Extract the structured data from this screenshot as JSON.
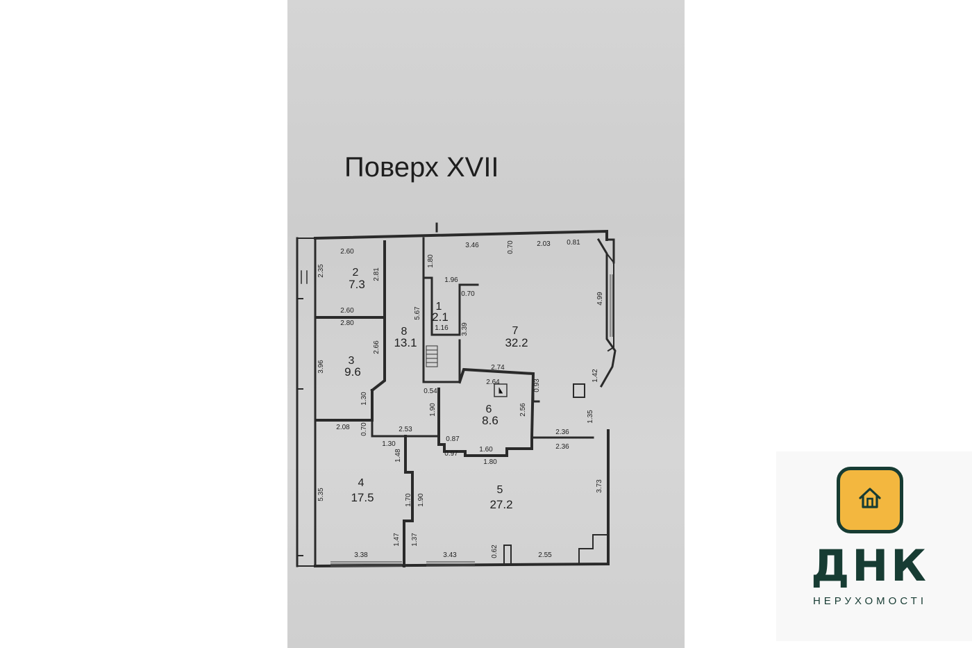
{
  "title": "Поверх XVII",
  "rooms": [
    {
      "no": "1",
      "area": "2.1"
    },
    {
      "no": "2",
      "area": "7.3"
    },
    {
      "no": "3",
      "area": "9.6"
    },
    {
      "no": "4",
      "area": "17.5"
    },
    {
      "no": "5",
      "area": "27.2"
    },
    {
      "no": "6",
      "area": "8.6"
    },
    {
      "no": "7",
      "area": "32.2"
    },
    {
      "no": "8",
      "area": "13.1"
    }
  ],
  "dimensions": [
    "2.60",
    "2.35",
    "2.81",
    "2.60",
    "2.80",
    "2.66",
    "3.96",
    "1.30",
    "0.70",
    "2.08",
    "1.30",
    "2.53",
    "1.48",
    "5.35",
    "1.70",
    "1.90",
    "1.47",
    "1.37",
    "3.38",
    "3.43",
    "0.62",
    "2.55",
    "3.73",
    "2.36",
    "2.36",
    "1.35",
    "1.42",
    "4.99",
    "0.81",
    "2.03",
    "0.70",
    "3.46",
    "1.80",
    "1.96",
    "0.70",
    "5.67",
    "1.16",
    "3.39",
    "2.74",
    "2.64",
    "0.93",
    "2.56",
    "0.54",
    "1.90",
    "0.87",
    "1.60",
    "0.97",
    "1.80"
  ],
  "brand": {
    "name": "ДНК",
    "tagline": "НЕРУХОМОСТІ",
    "colors": {
      "accent": "#f3b73f",
      "dark": "#173c33"
    },
    "icon": "house-icon"
  }
}
